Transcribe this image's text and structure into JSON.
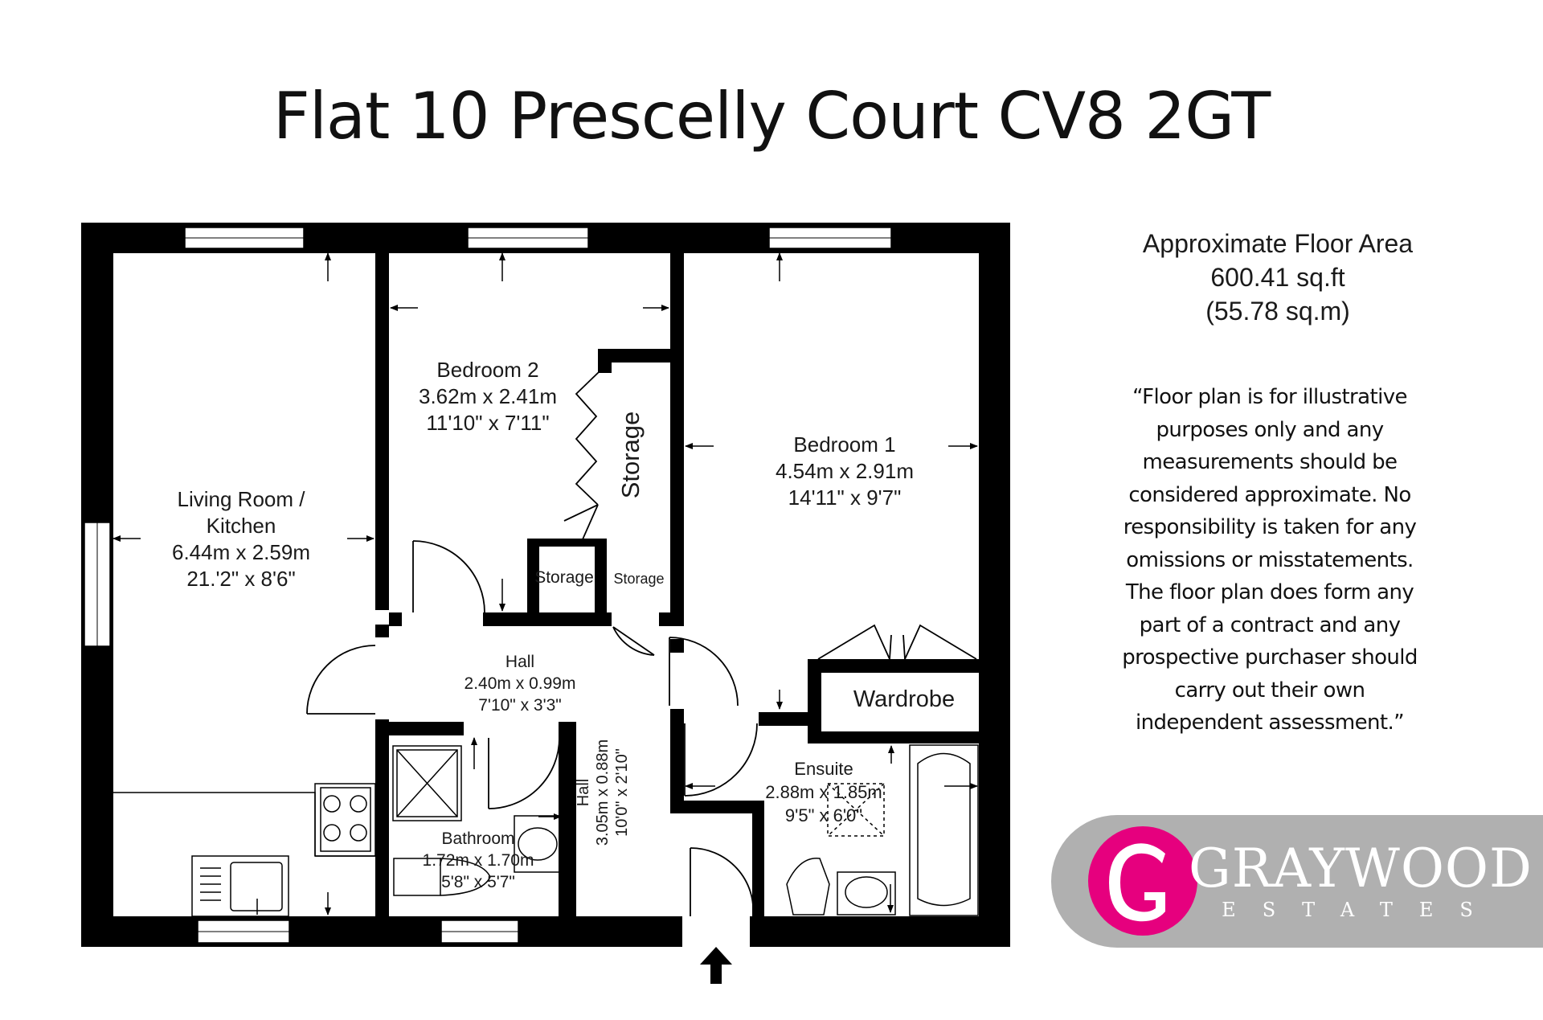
{
  "title": "Flat 10 Prescelly Court CV8 2GT",
  "floor_area": {
    "heading": "Approximate Floor Area",
    "sqft": "600.41 sq.ft",
    "sqm": "(55.78 sq.m)"
  },
  "disclaimer": "“Floor plan is for illustrative purposes only and any measurements should be considered approximate. No responsibility is taken for any omissions or misstatements. The floor plan does form any part of a contract and any prospective purchaser should carry out their own independent assessment.”",
  "rooms": {
    "living": {
      "name1": "Living Room /",
      "name2": "Kitchen",
      "metric": "6.44m x 2.59m",
      "imperial": "21.'2\" x 8'6\""
    },
    "bedroom2": {
      "name": "Bedroom 2",
      "metric": "3.62m x 2.41m",
      "imperial": "11'10\" x 7'11\""
    },
    "bedroom1": {
      "name": "Bedroom 1",
      "metric": "4.54m x 2.91m",
      "imperial": "14'11\" x 9'7\""
    },
    "storage_large": {
      "name": "Storage"
    },
    "storage_a": {
      "name": "Storage"
    },
    "storage_b": {
      "name": "Storage"
    },
    "hall": {
      "name": "Hall",
      "metric": "2.40m x 0.99m",
      "imperial": "7'10\" x 3'3\""
    },
    "hall2": {
      "name": "Hall",
      "metric": "3.05m x 0.88m",
      "imperial": "10'0\" x 2'10\""
    },
    "wardrobe": {
      "name": "Wardrobe"
    },
    "ensuite": {
      "name": "Ensuite",
      "metric": "2.88m x 1.85m",
      "imperial": "9'5\" x 6'0\""
    },
    "bathroom": {
      "name": "Bathroom",
      "metric": "1.72m x 1.70m",
      "imperial": "5'8\" x 5'7\""
    }
  },
  "logo": {
    "name": "GRAYWOOD",
    "sub": "ESTATES",
    "accent": "#e6007e",
    "band": "#b0b0b0"
  },
  "colors": {
    "wall": "#000000",
    "text": "#1a1a1a"
  }
}
